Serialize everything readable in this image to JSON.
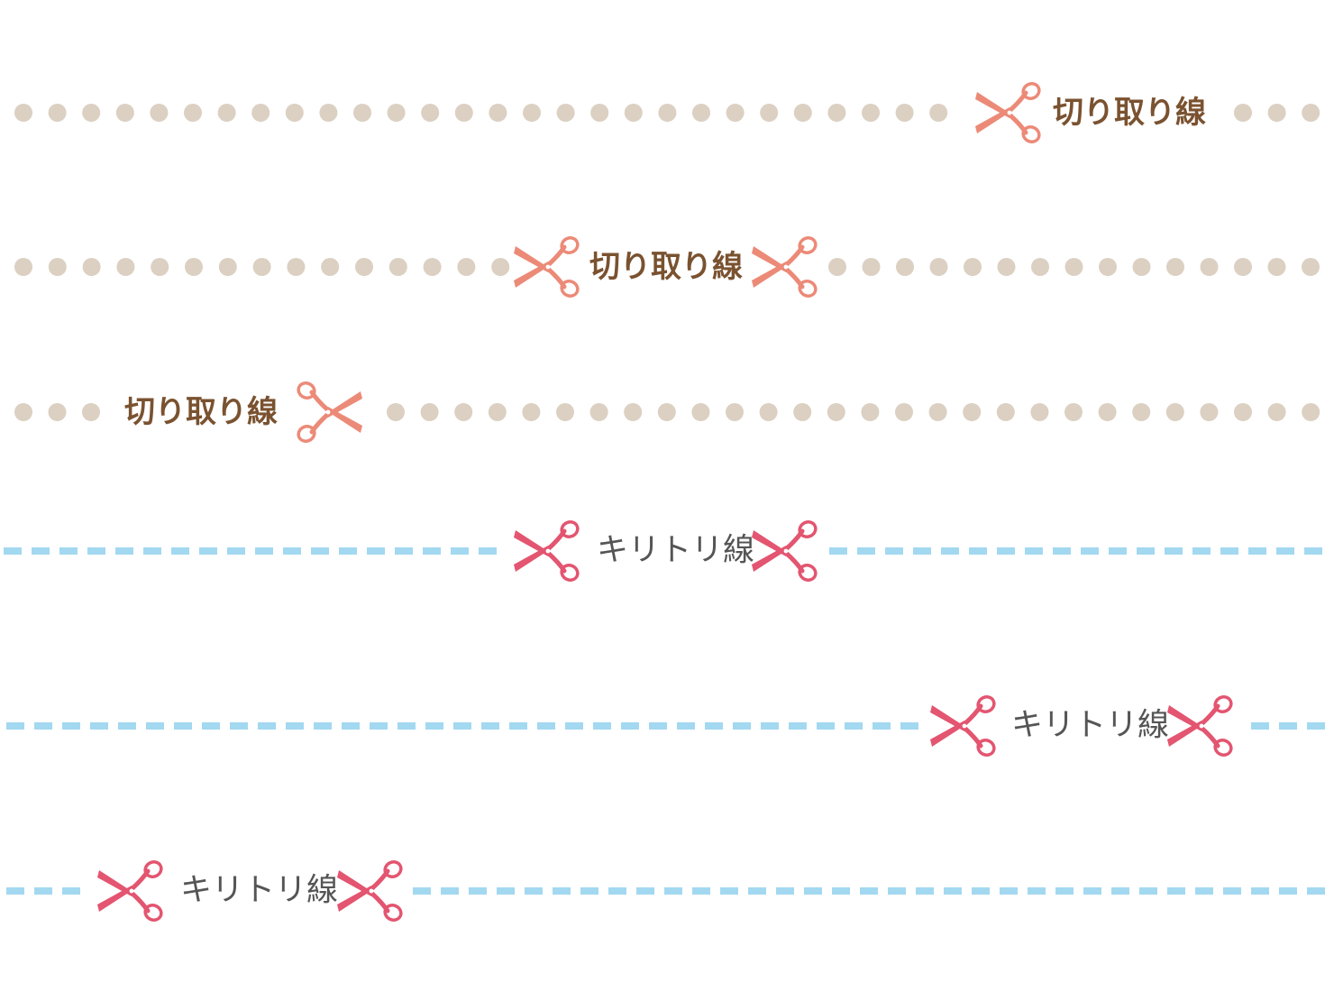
{
  "colors": {
    "dot": "#dbd0c2",
    "dash": "#a3d8f1",
    "brown_text": "#7a5230",
    "gray_text": "#555555",
    "scissors_salmon": "#ec8a78",
    "scissors_pink": "#e35570"
  },
  "icons": {
    "scissors": "scissors-icon"
  },
  "lines": [
    {
      "label": "切り取り線"
    },
    {
      "label": "切り取り線"
    },
    {
      "label": "切り取り線"
    },
    {
      "label": "キリトリ線"
    },
    {
      "label": "キリトリ線"
    },
    {
      "label": "キリトリ線"
    }
  ]
}
